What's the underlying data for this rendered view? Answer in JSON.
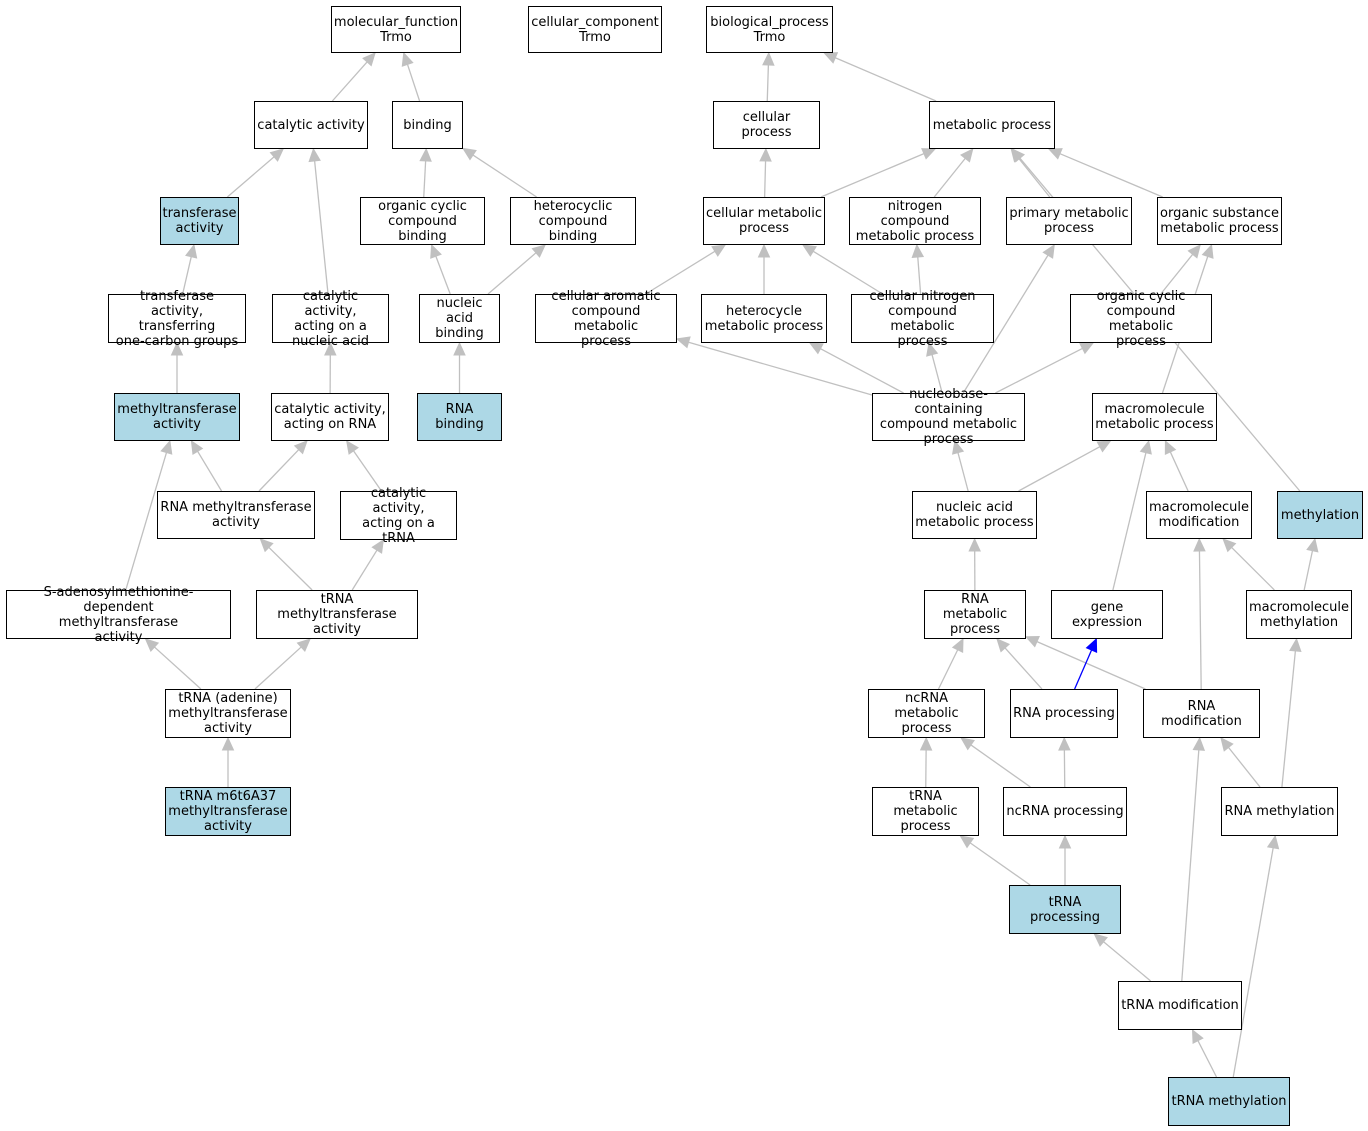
{
  "colors": {
    "highlight": "#add8e6",
    "edge_gray": "#c0c0c0",
    "edge_blue": "#0000ff",
    "border": "#000000"
  },
  "nodes": [
    {
      "id": "mf",
      "label": "molecular_function\nTrmo",
      "highlight": false
    },
    {
      "id": "cc",
      "label": "cellular_component\nTrmo",
      "highlight": false
    },
    {
      "id": "bp",
      "label": "biological_process\nTrmo",
      "highlight": false
    },
    {
      "id": "cat",
      "label": "catalytic activity",
      "highlight": false
    },
    {
      "id": "bind",
      "label": "binding",
      "highlight": false
    },
    {
      "id": "cellproc",
      "label": "cellular process",
      "highlight": false
    },
    {
      "id": "metab",
      "label": "metabolic process",
      "highlight": false
    },
    {
      "id": "transf",
      "label": "transferase\nactivity",
      "highlight": true
    },
    {
      "id": "ocb",
      "label": "organic cyclic\ncompound binding",
      "highlight": false
    },
    {
      "id": "hcb",
      "label": "heterocyclic\ncompound binding",
      "highlight": false
    },
    {
      "id": "cmp",
      "label": "cellular metabolic\nprocess",
      "highlight": false
    },
    {
      "id": "ncmp",
      "label": "nitrogen compound\nmetabolic process",
      "highlight": false
    },
    {
      "id": "pmp",
      "label": "primary metabolic\nprocess",
      "highlight": false
    },
    {
      "id": "osmp",
      "label": "organic substance\nmetabolic process",
      "highlight": false
    },
    {
      "id": "t1c",
      "label": "transferase\nactivity, transferring\none-carbon groups",
      "highlight": false
    },
    {
      "id": "catna",
      "label": "catalytic activity,\nacting on a\nnucleic acid",
      "highlight": false
    },
    {
      "id": "nab",
      "label": "nucleic acid\nbinding",
      "highlight": false
    },
    {
      "id": "cacmp",
      "label": "cellular aromatic\ncompound metabolic\nprocess",
      "highlight": false
    },
    {
      "id": "hmp",
      "label": "heterocycle\nmetabolic process",
      "highlight": false
    },
    {
      "id": "cncmp",
      "label": "cellular nitrogen\ncompound metabolic\nprocess",
      "highlight": false
    },
    {
      "id": "occmp",
      "label": "organic cyclic\ncompound metabolic\nprocess",
      "highlight": false
    },
    {
      "id": "mta",
      "label": "methyltransferase\nactivity",
      "highlight": true
    },
    {
      "id": "catrna",
      "label": "catalytic activity,\nacting on RNA",
      "highlight": false
    },
    {
      "id": "rnab",
      "label": "RNA binding",
      "highlight": true
    },
    {
      "id": "nbcmp",
      "label": "nucleobase-containing\ncompound metabolic\nprocess",
      "highlight": false
    },
    {
      "id": "mmp",
      "label": "macromolecule\nmetabolic process",
      "highlight": false
    },
    {
      "id": "rnamta",
      "label": "RNA methyltransferase\nactivity",
      "highlight": false
    },
    {
      "id": "cattrna",
      "label": "catalytic activity,\nacting on a\ntRNA",
      "highlight": false
    },
    {
      "id": "namp",
      "label": "nucleic acid\nmetabolic process",
      "highlight": false
    },
    {
      "id": "mmod",
      "label": "macromolecule\nmodification",
      "highlight": false
    },
    {
      "id": "meth",
      "label": "methylation",
      "highlight": true
    },
    {
      "id": "sam",
      "label": "S-adenosylmethionine-dependent\nmethyltransferase\nactivity",
      "highlight": false
    },
    {
      "id": "trnamta",
      "label": "tRNA methyltransferase\nactivity",
      "highlight": false
    },
    {
      "id": "rnamp",
      "label": "RNA metabolic\nprocess",
      "highlight": false
    },
    {
      "id": "geneexp",
      "label": "gene expression",
      "highlight": false
    },
    {
      "id": "mmeth",
      "label": "macromolecule\nmethylation",
      "highlight": false
    },
    {
      "id": "tadmta",
      "label": "tRNA (adenine)\nmethyltransferase\nactivity",
      "highlight": false
    },
    {
      "id": "ncrnamp",
      "label": "ncRNA metabolic\nprocess",
      "highlight": false
    },
    {
      "id": "rnaproc",
      "label": "RNA processing",
      "highlight": false
    },
    {
      "id": "rnamod",
      "label": "RNA modification",
      "highlight": false
    },
    {
      "id": "m6t6",
      "label": "tRNA m6t6A37\nmethyltransferase\nactivity",
      "highlight": true
    },
    {
      "id": "trnamp",
      "label": "tRNA metabolic\nprocess",
      "highlight": false
    },
    {
      "id": "ncrnaproc",
      "label": "ncRNA processing",
      "highlight": false
    },
    {
      "id": "rnameth",
      "label": "RNA methylation",
      "highlight": false
    },
    {
      "id": "trnaproc",
      "label": "tRNA processing",
      "highlight": true
    },
    {
      "id": "trnamod",
      "label": "tRNA modification",
      "highlight": false
    },
    {
      "id": "trnameth",
      "label": "tRNA methylation",
      "highlight": true
    }
  ],
  "edges": [
    {
      "from": "cat",
      "to": "mf",
      "color": "gray"
    },
    {
      "from": "bind",
      "to": "mf",
      "color": "gray"
    },
    {
      "from": "cellproc",
      "to": "bp",
      "color": "gray"
    },
    {
      "from": "metab",
      "to": "bp",
      "color": "gray"
    },
    {
      "from": "transf",
      "to": "cat",
      "color": "gray"
    },
    {
      "from": "catna",
      "to": "cat",
      "color": "gray"
    },
    {
      "from": "ocb",
      "to": "bind",
      "color": "gray"
    },
    {
      "from": "hcb",
      "to": "bind",
      "color": "gray"
    },
    {
      "from": "cmp",
      "to": "cellproc",
      "color": "gray"
    },
    {
      "from": "cmp",
      "to": "metab",
      "color": "gray"
    },
    {
      "from": "ncmp",
      "to": "metab",
      "color": "gray"
    },
    {
      "from": "pmp",
      "to": "metab",
      "color": "gray"
    },
    {
      "from": "osmp",
      "to": "metab",
      "color": "gray"
    },
    {
      "from": "meth",
      "to": "metab",
      "color": "gray"
    },
    {
      "from": "t1c",
      "to": "transf",
      "color": "gray"
    },
    {
      "from": "nab",
      "to": "ocb",
      "color": "gray"
    },
    {
      "from": "nab",
      "to": "hcb",
      "color": "gray"
    },
    {
      "from": "cacmp",
      "to": "cmp",
      "color": "gray"
    },
    {
      "from": "hmp",
      "to": "cmp",
      "color": "gray"
    },
    {
      "from": "cncmp",
      "to": "cmp",
      "color": "gray"
    },
    {
      "from": "cncmp",
      "to": "ncmp",
      "color": "gray"
    },
    {
      "from": "nbcmp",
      "to": "pmp",
      "color": "gray"
    },
    {
      "from": "occmp",
      "to": "osmp",
      "color": "gray"
    },
    {
      "from": "mmp",
      "to": "osmp",
      "color": "gray"
    },
    {
      "from": "mta",
      "to": "t1c",
      "color": "gray"
    },
    {
      "from": "catrna",
      "to": "catna",
      "color": "gray"
    },
    {
      "from": "rnab",
      "to": "nab",
      "color": "gray"
    },
    {
      "from": "nbcmp",
      "to": "cacmp",
      "color": "gray"
    },
    {
      "from": "nbcmp",
      "to": "hmp",
      "color": "gray"
    },
    {
      "from": "nbcmp",
      "to": "cncmp",
      "color": "gray"
    },
    {
      "from": "nbcmp",
      "to": "occmp",
      "color": "gray"
    },
    {
      "from": "rnamta",
      "to": "mta",
      "color": "gray"
    },
    {
      "from": "sam",
      "to": "mta",
      "color": "gray"
    },
    {
      "from": "rnamta",
      "to": "catrna",
      "color": "gray"
    },
    {
      "from": "cattrna",
      "to": "catrna",
      "color": "gray"
    },
    {
      "from": "namp",
      "to": "nbcmp",
      "color": "gray"
    },
    {
      "from": "namp",
      "to": "mmp",
      "color": "gray"
    },
    {
      "from": "geneexp",
      "to": "mmp",
      "color": "gray"
    },
    {
      "from": "mmod",
      "to": "mmp",
      "color": "gray"
    },
    {
      "from": "trnamta",
      "to": "rnamta",
      "color": "gray"
    },
    {
      "from": "trnamta",
      "to": "cattrna",
      "color": "gray"
    },
    {
      "from": "rnamp",
      "to": "namp",
      "color": "gray"
    },
    {
      "from": "mmeth",
      "to": "mmod",
      "color": "gray"
    },
    {
      "from": "rnamod",
      "to": "mmod",
      "color": "gray"
    },
    {
      "from": "mmeth",
      "to": "meth",
      "color": "gray"
    },
    {
      "from": "tadmta",
      "to": "sam",
      "color": "gray"
    },
    {
      "from": "tadmta",
      "to": "trnamta",
      "color": "gray"
    },
    {
      "from": "ncrnamp",
      "to": "rnamp",
      "color": "gray"
    },
    {
      "from": "rnaproc",
      "to": "rnamp",
      "color": "gray"
    },
    {
      "from": "rnamod",
      "to": "rnamp",
      "color": "gray"
    },
    {
      "from": "rnaproc",
      "to": "geneexp",
      "color": "blue"
    },
    {
      "from": "rnameth",
      "to": "mmeth",
      "color": "gray"
    },
    {
      "from": "m6t6",
      "to": "tadmta",
      "color": "gray"
    },
    {
      "from": "trnamp",
      "to": "ncrnamp",
      "color": "gray"
    },
    {
      "from": "ncrnaproc",
      "to": "ncrnamp",
      "color": "gray"
    },
    {
      "from": "ncrnaproc",
      "to": "rnaproc",
      "color": "gray"
    },
    {
      "from": "trnamod",
      "to": "rnamod",
      "color": "gray"
    },
    {
      "from": "rnameth",
      "to": "rnamod",
      "color": "gray"
    },
    {
      "from": "trnaproc",
      "to": "trnamp",
      "color": "gray"
    },
    {
      "from": "trnaproc",
      "to": "ncrnaproc",
      "color": "gray"
    },
    {
      "from": "trnamod",
      "to": "trnaproc",
      "color": "gray"
    },
    {
      "from": "trnameth",
      "to": "trnamod",
      "color": "gray"
    },
    {
      "from": "trnameth",
      "to": "rnameth",
      "color": "gray"
    }
  ]
}
